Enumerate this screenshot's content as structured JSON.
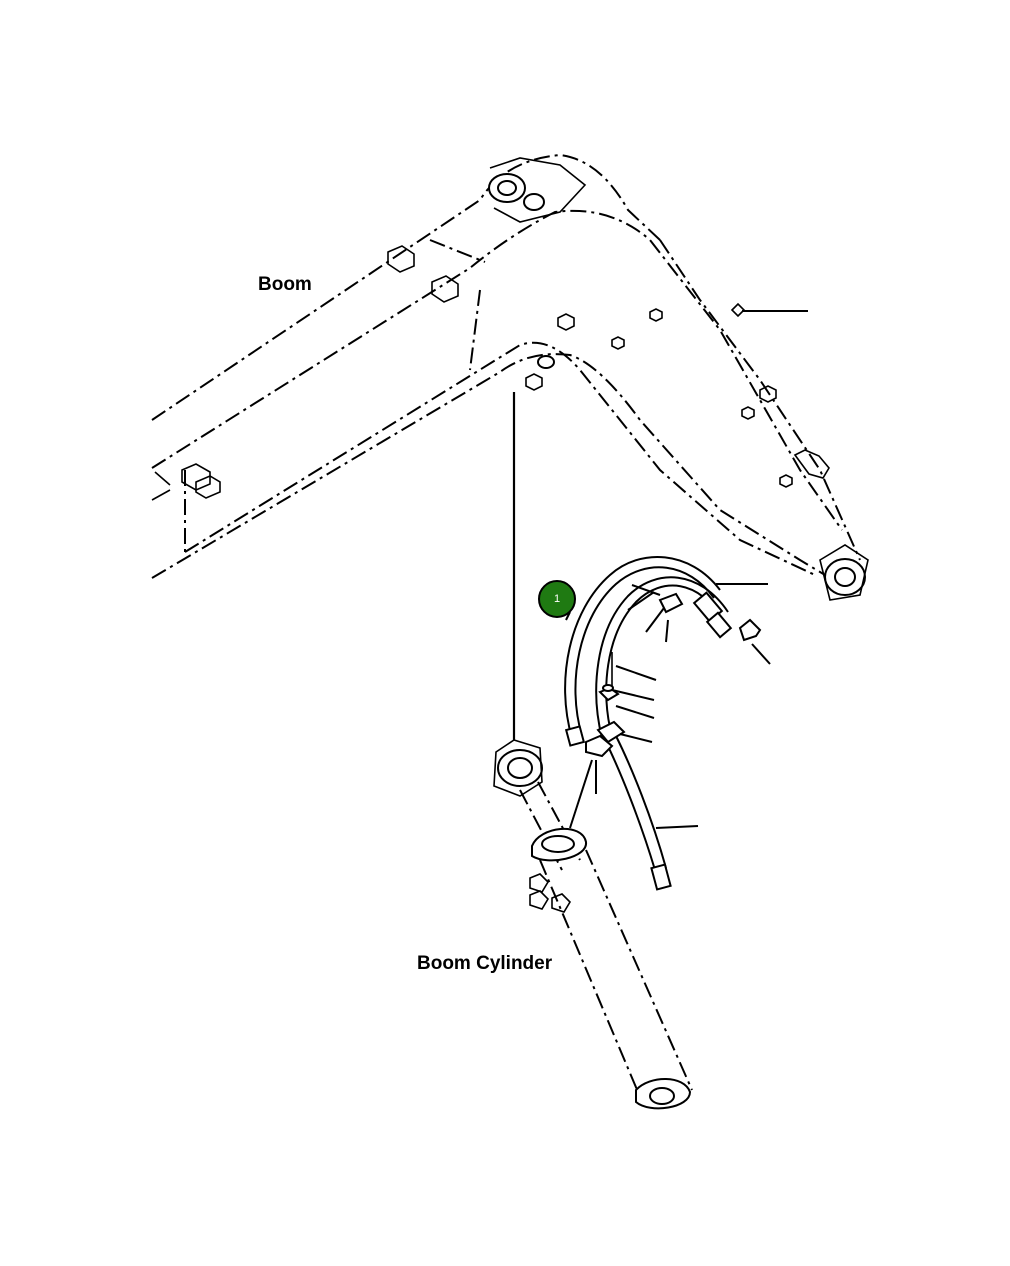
{
  "labels": {
    "boom": "Boom",
    "boom_cylinder": "Boom Cylinder"
  },
  "callouts": [
    {
      "number": "1",
      "color": "#1f7a12"
    }
  ]
}
